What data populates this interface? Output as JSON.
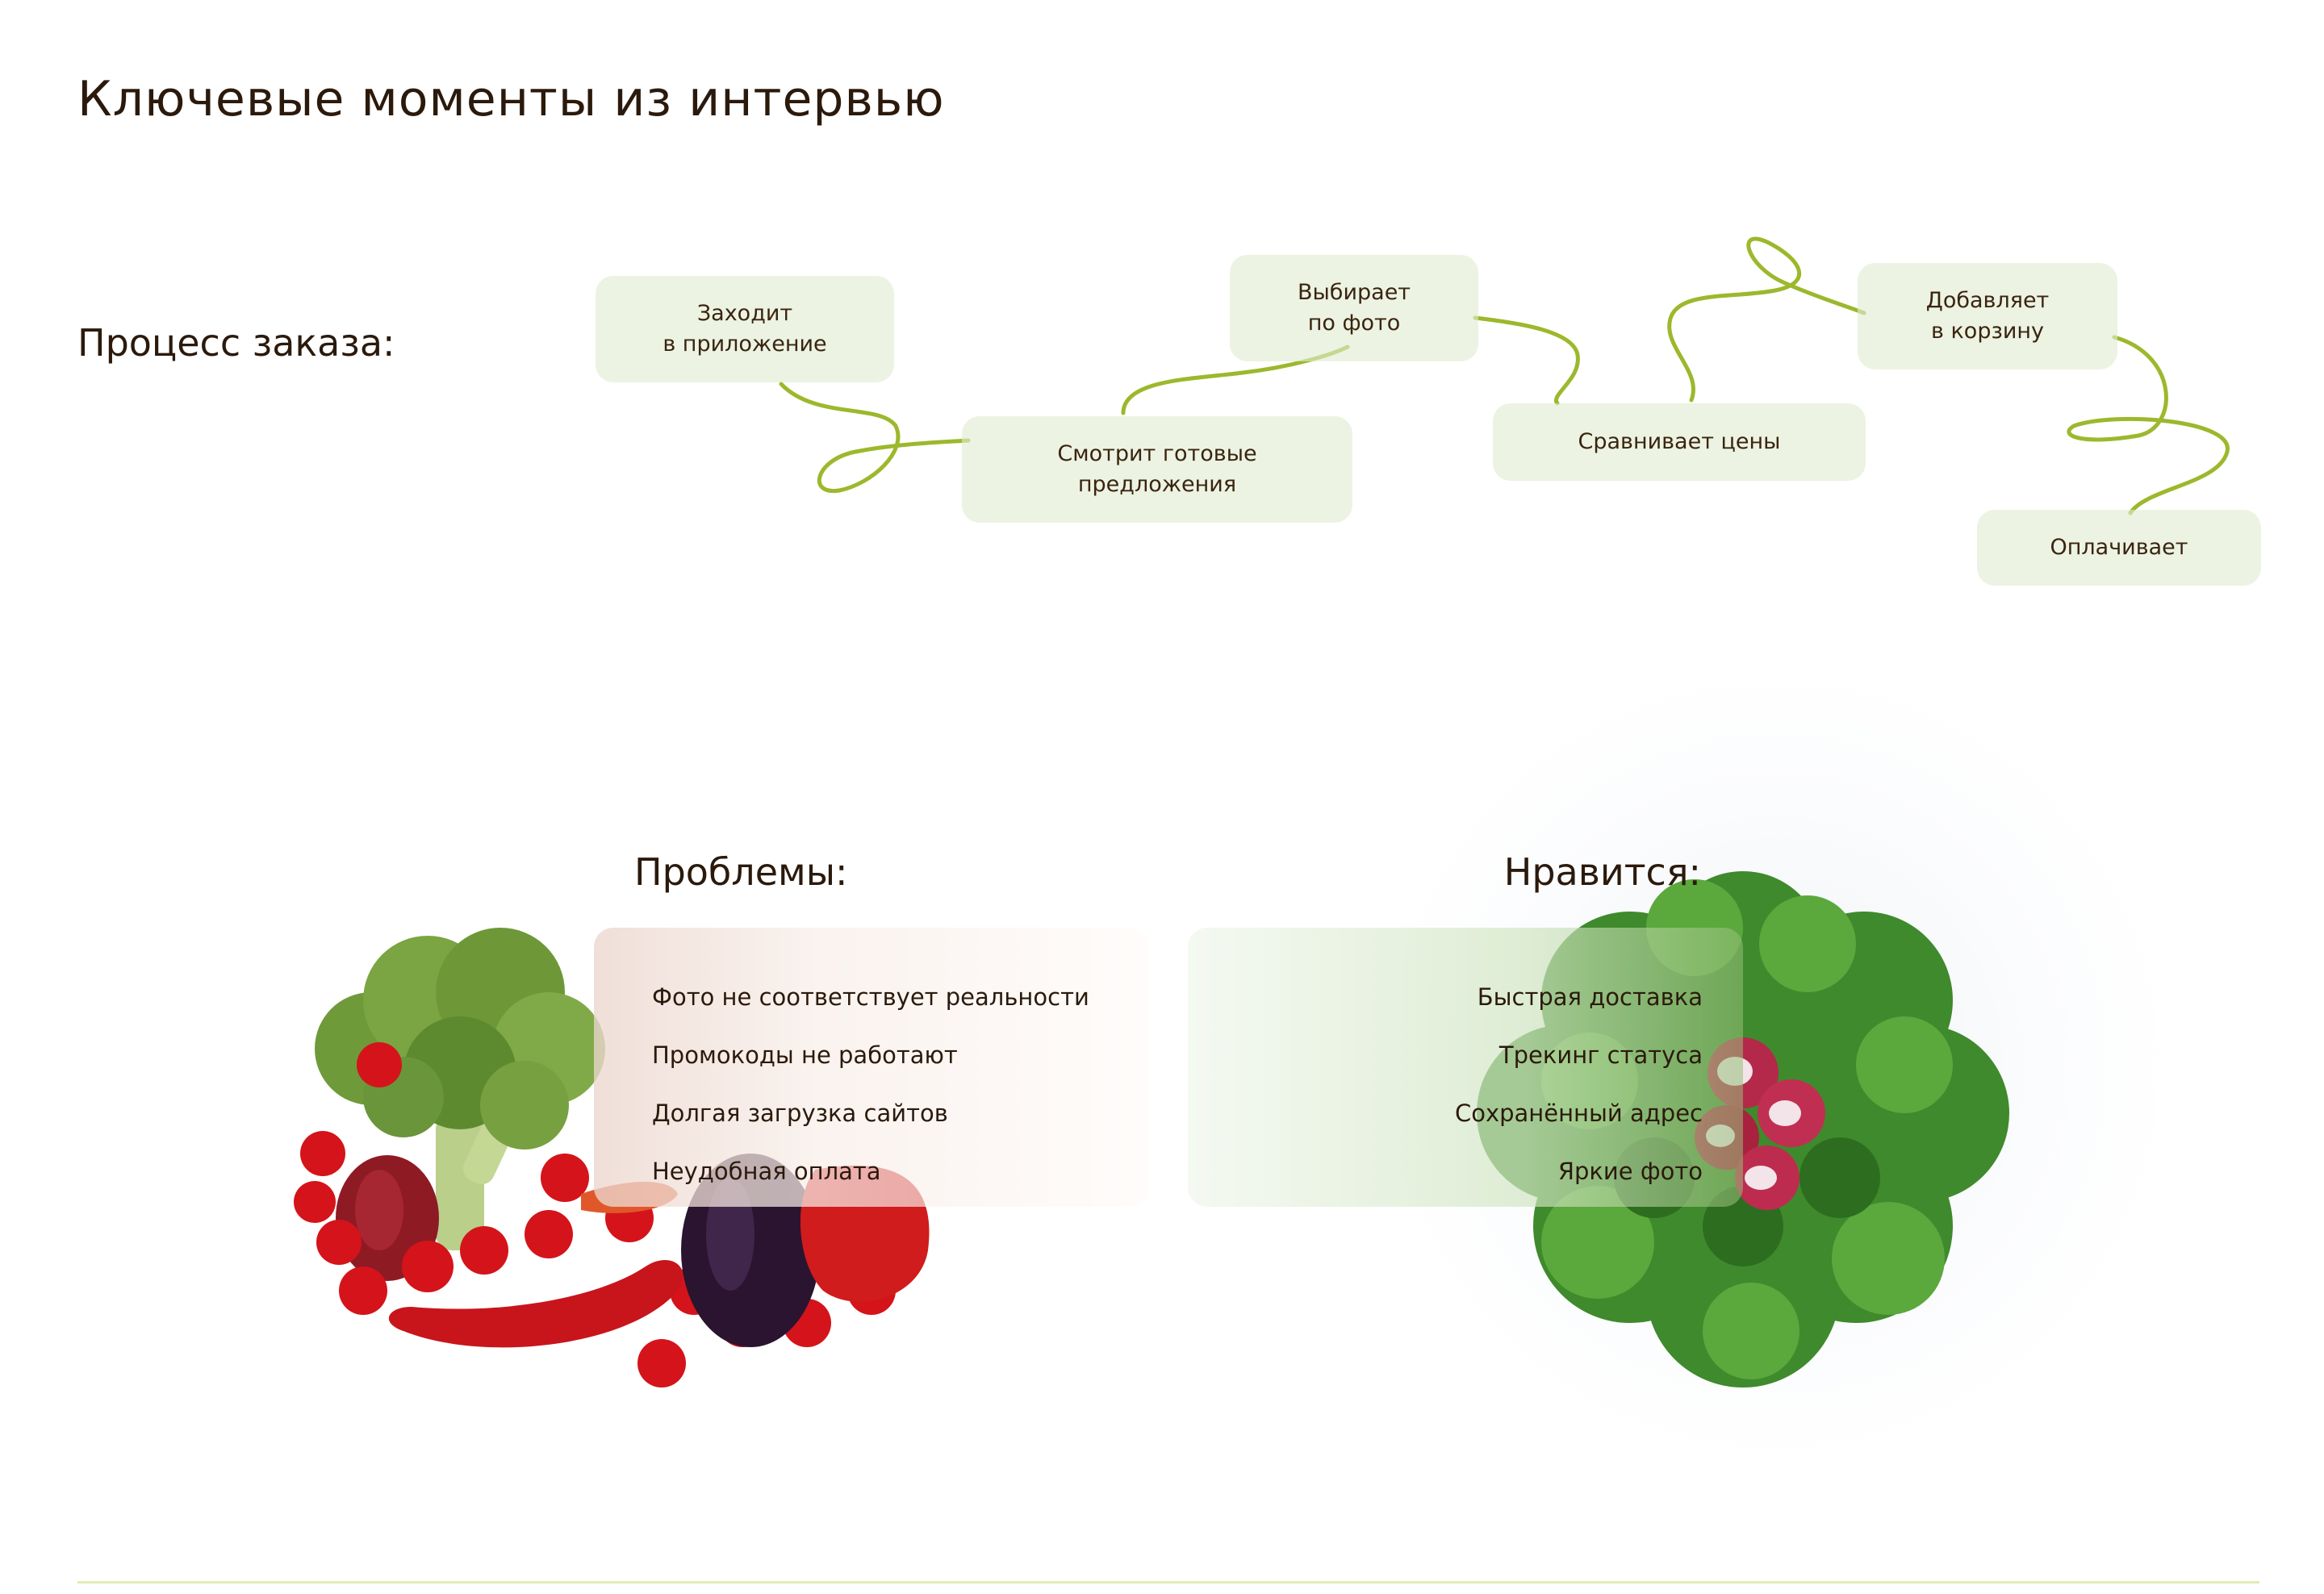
{
  "title": "Ключевые моменты из интервью",
  "process": {
    "label": "Процесс заказа:",
    "steps": [
      "Заходит\nв приложение",
      "Смотрит готовые\nпредложения",
      "Выбирает\nпо фото",
      "Сравнивает цены",
      "Добавляет\nв корзину",
      "Оплачивает"
    ]
  },
  "problems": {
    "heading": "Проблемы:",
    "items": [
      "Фото не соответствует реальности",
      "Промокоды не работают",
      "Долгая загрузка сайтов",
      "Неудобная оплата"
    ]
  },
  "likes": {
    "heading": "Нравится:",
    "items": [
      "Быстрая доставка",
      "Трекинг статуса",
      "Сохранённый адрес",
      "Яркие фото"
    ]
  },
  "colors": {
    "connector": "#9cb82c",
    "step_bg": "#e0ecd0",
    "text": "#2b1a0c",
    "divider": "#e4ecb4"
  }
}
